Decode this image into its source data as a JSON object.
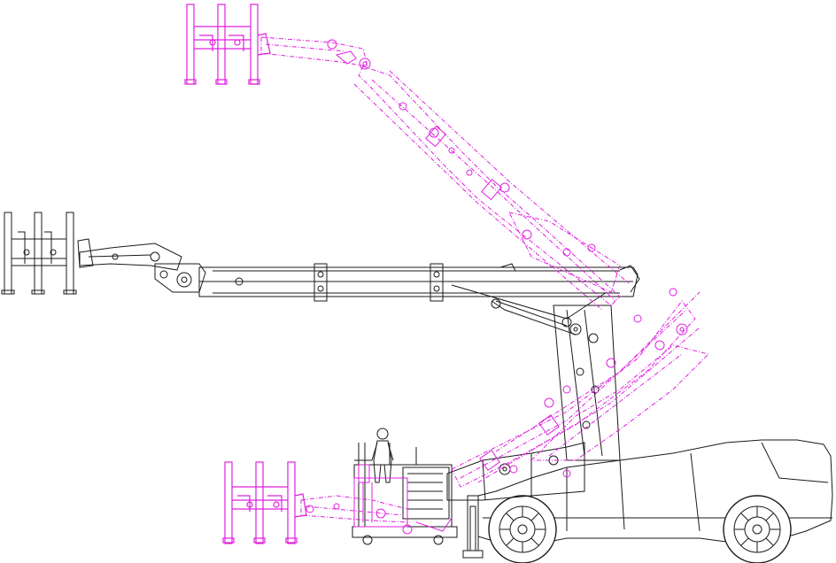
{
  "colors": {
    "background": "#ffffff",
    "line": "#1a1a1a",
    "alternate_position": "#e020e0"
  },
  "views": [
    {
      "id": "raised",
      "color": "alternate_position"
    },
    {
      "id": "horizontal",
      "color": "line"
    },
    {
      "id": "lowered",
      "color": "alternate_position"
    }
  ]
}
